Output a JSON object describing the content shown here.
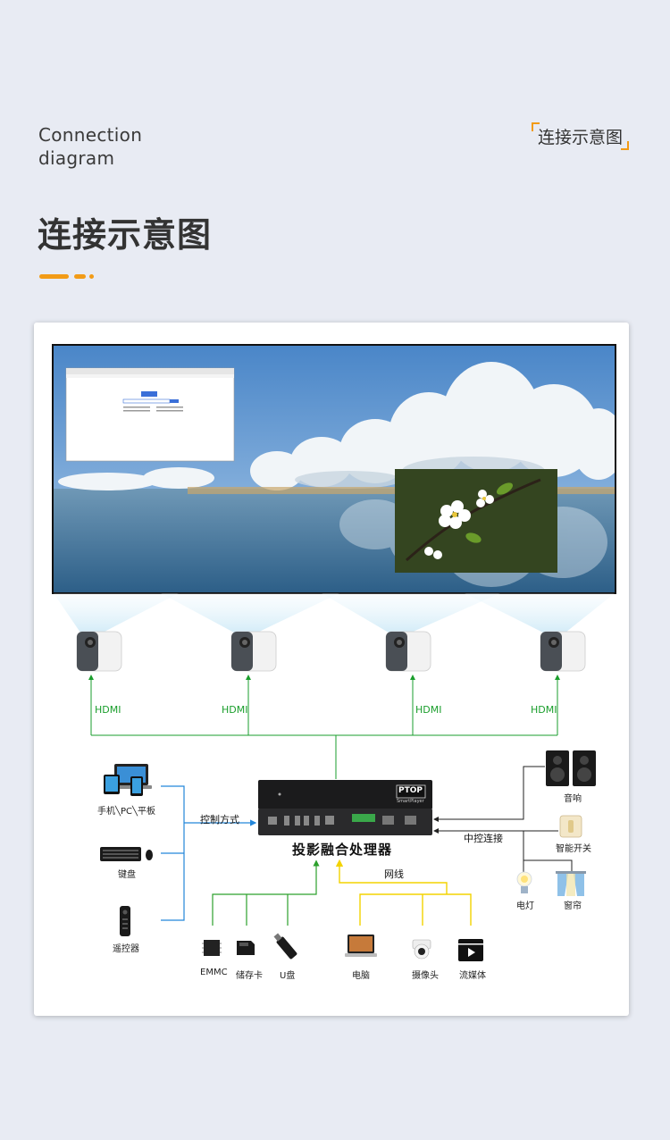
{
  "header": {
    "eng_line1": "Connection",
    "eng_line2": "diagram",
    "tag": "连接示意图",
    "title": "连接示意图"
  },
  "colors": {
    "accent": "#f29b16",
    "hdmi_line": "#1a9e2c",
    "input_line": "#2386d9",
    "network_line": "#f3d300",
    "storage_line": "#2ca02c",
    "background": "#e8ebf3"
  },
  "diagram": {
    "hdmi_labels": [
      "HDMI",
      "HDMI",
      "HDMI",
      "HDMI"
    ],
    "processor": {
      "label": "投影融合处理器",
      "brand": "PTOP",
      "model": "SmartPlayer"
    },
    "control_method": "控制方式",
    "central_control": "中控连接",
    "network": "网线",
    "inputs": [
      {
        "label": "手机╲PC╲平板",
        "icon": "devices-icon"
      },
      {
        "label": "键盘",
        "icon": "keyboard-icon"
      },
      {
        "label": "遥控器",
        "icon": "remote-icon"
      }
    ],
    "storage": [
      {
        "label": "EMMC",
        "icon": "chip-icon"
      },
      {
        "label": "储存卡",
        "icon": "sd-card-icon"
      },
      {
        "label": "U盘",
        "icon": "usb-drive-icon"
      }
    ],
    "network_devices": [
      {
        "label": "电脑",
        "icon": "laptop-icon"
      },
      {
        "label": "摄像头",
        "icon": "camera-icon"
      },
      {
        "label": "流媒体",
        "icon": "media-icon"
      }
    ],
    "controls": [
      {
        "label": "音响",
        "icon": "speaker-icon"
      },
      {
        "label": "智能开关",
        "icon": "switch-icon"
      },
      {
        "label": "电灯",
        "icon": "bulb-icon"
      },
      {
        "label": "窗帘",
        "icon": "curtain-icon"
      }
    ]
  }
}
